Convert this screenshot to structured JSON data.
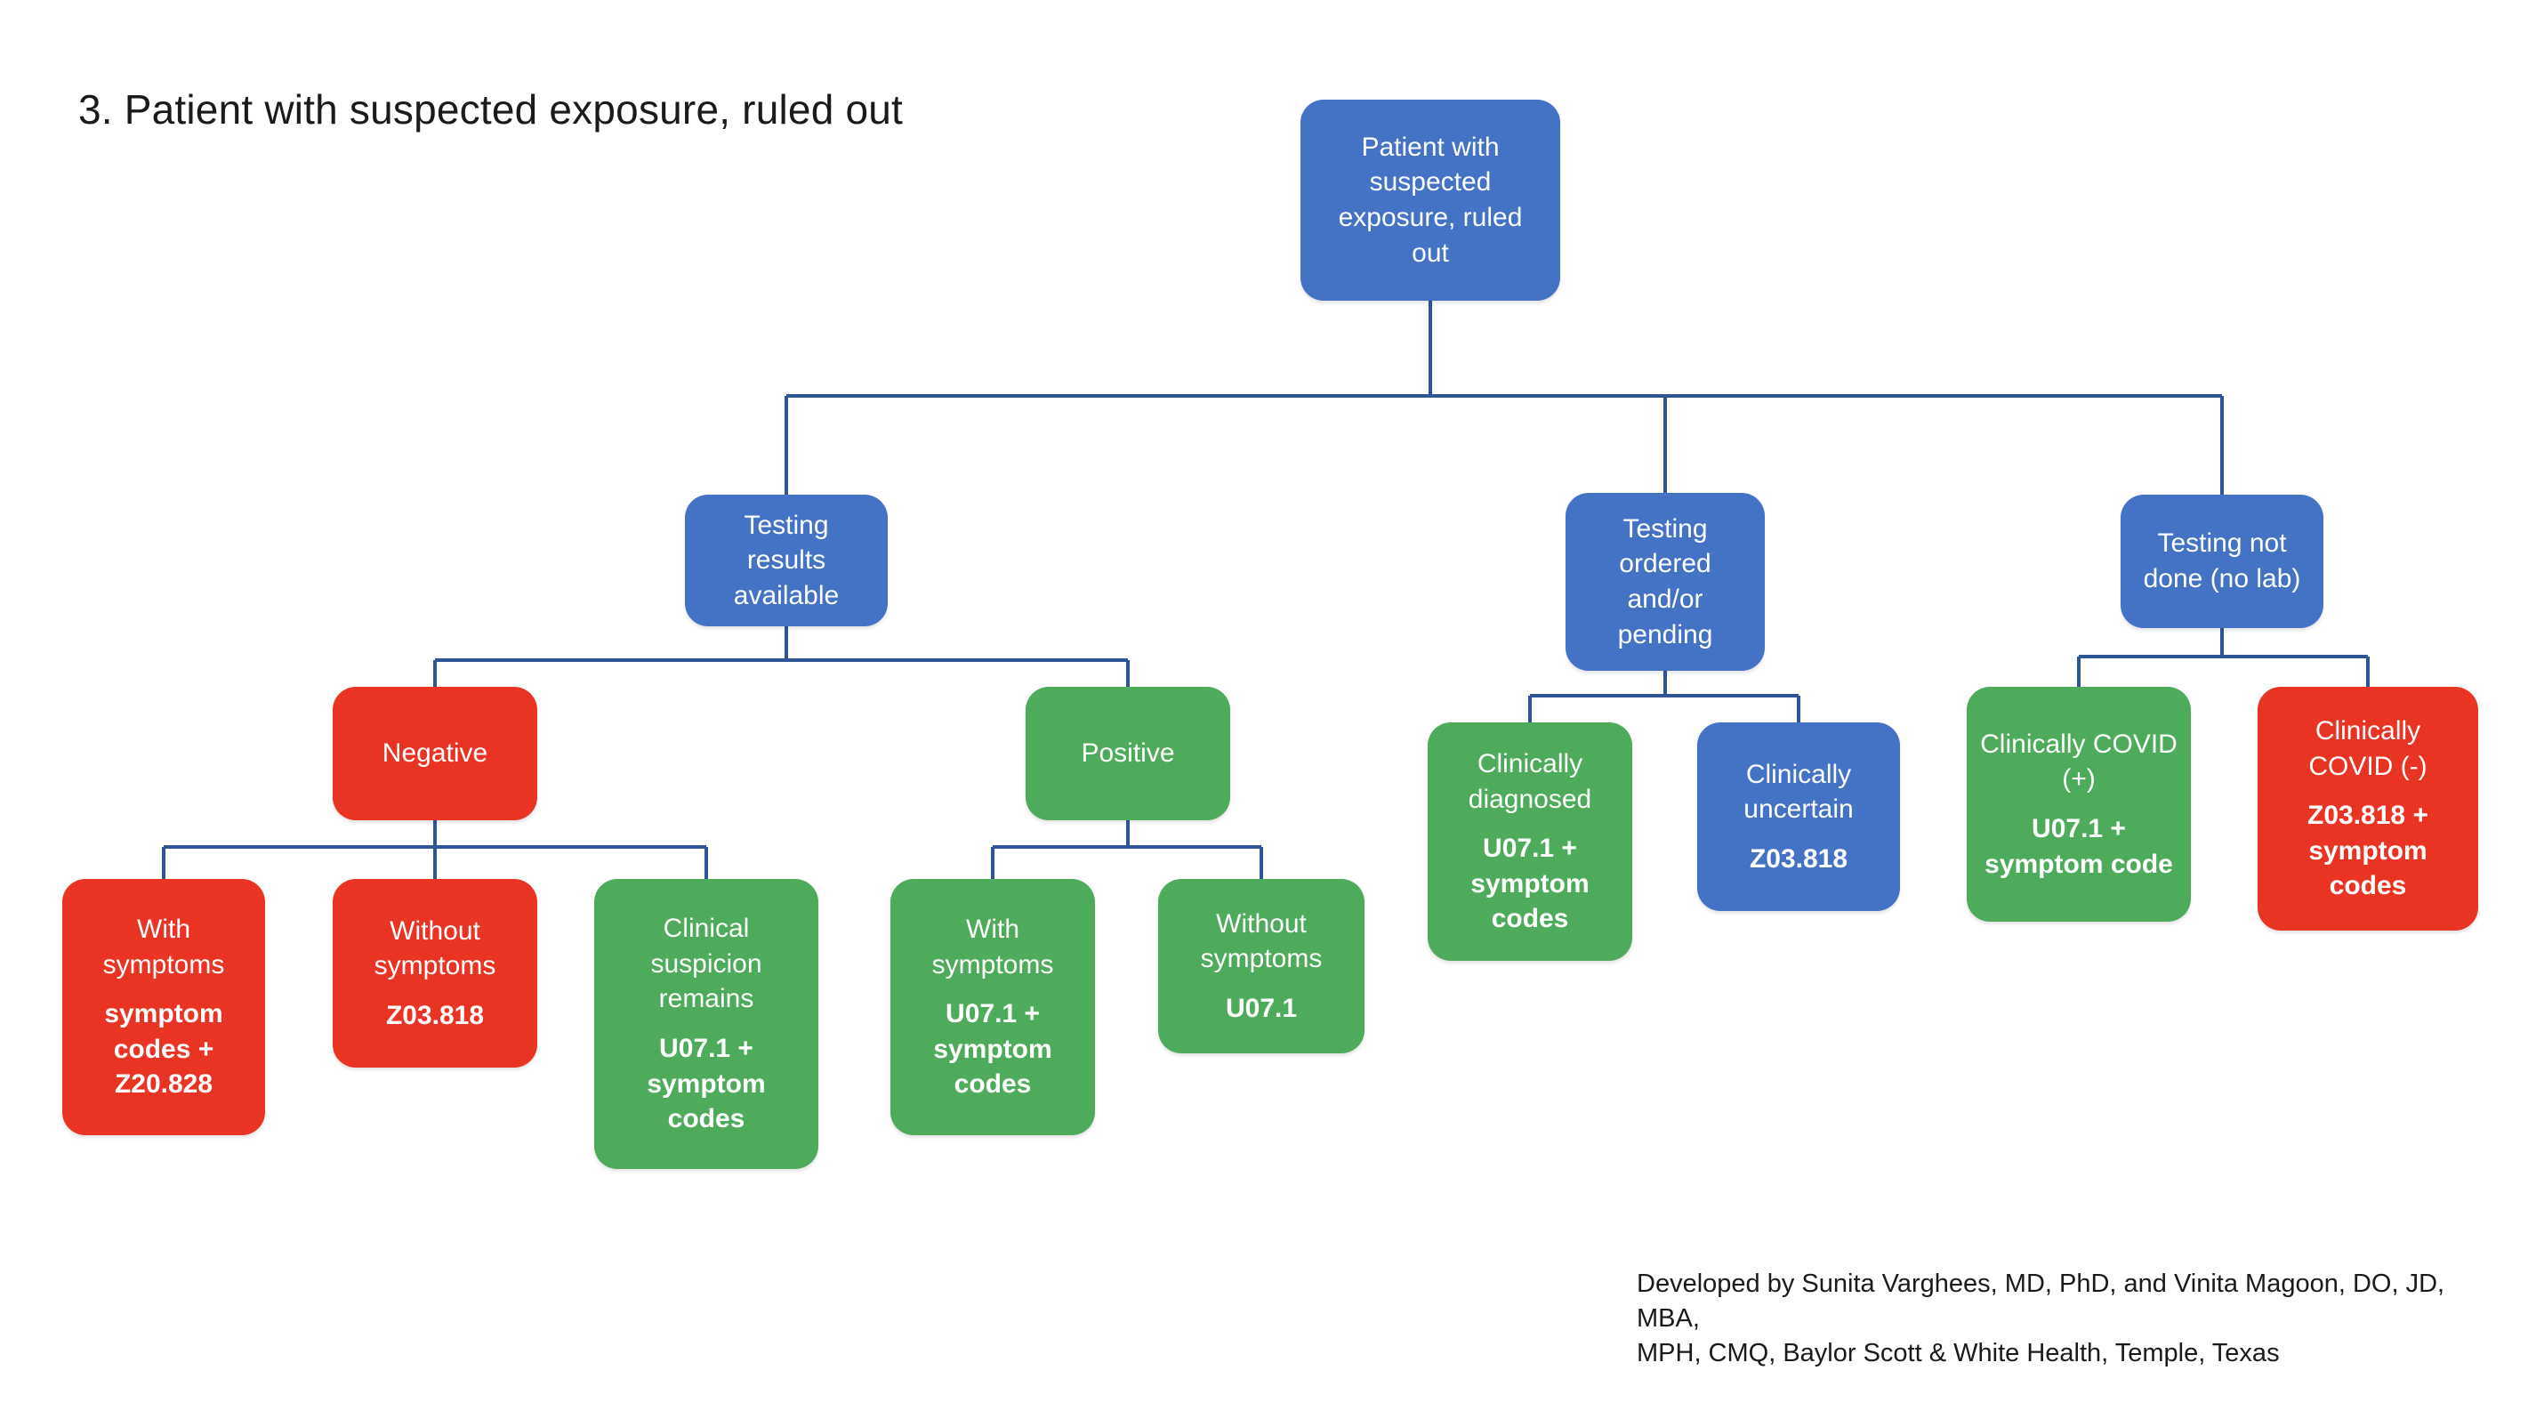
{
  "title": "3. Patient with suspected exposure, ruled out",
  "colors": {
    "blue": "#4472C4",
    "green": "#4EAB5C",
    "red": "#E93323",
    "connector": "#2F5597",
    "node_text": "#FFFFFF",
    "page_text": "#1A1A1A"
  },
  "nodes": {
    "root": {
      "label": "Patient with suspected exposure, ruled out",
      "color": "blue"
    },
    "testing_results": {
      "label": "Testing results available",
      "color": "blue"
    },
    "testing_ordered": {
      "label": "Testing ordered and/or pending",
      "color": "blue"
    },
    "testing_not_done": {
      "label": "Testing not done (no lab)",
      "color": "blue"
    },
    "negative": {
      "label": "Negative",
      "color": "red"
    },
    "positive": {
      "label": "Positive",
      "color": "green"
    },
    "neg_with_symptoms": {
      "label": "With symptoms",
      "code": "symptom codes + Z20.828",
      "color": "red"
    },
    "neg_without_symptoms": {
      "label": "Without symptoms",
      "code": "Z03.818",
      "color": "red"
    },
    "clinical_suspicion_remains": {
      "label": "Clinical suspicion remains",
      "code": "U07.1 + symptom codes",
      "color": "green"
    },
    "pos_with_symptoms": {
      "label": "With symptoms",
      "code": "U07.1 + symptom codes",
      "color": "green"
    },
    "pos_without_symptoms": {
      "label": "Without symptoms",
      "code": "U07.1",
      "color": "green"
    },
    "clinically_diagnosed": {
      "label": "Clinically diagnosed",
      "code": "U07.1 + symptom codes",
      "color": "green"
    },
    "clinically_uncertain": {
      "label": "Clinically uncertain",
      "code": "Z03.818",
      "color": "blue"
    },
    "clinically_covid_positive": {
      "label": "Clinically COVID (+)",
      "code": "U07.1 + symptom code",
      "color": "green"
    },
    "clinically_covid_negative": {
      "label": "Clinically COVID (-)",
      "code": "Z03.818 + symptom codes",
      "color": "red"
    }
  },
  "footer": {
    "line1": "Developed by Sunita Varghees, MD, PhD, and Vinita Magoon, DO, JD, MBA,",
    "line2": "MPH, CMQ, Baylor Scott & White Health, Temple, Texas"
  }
}
